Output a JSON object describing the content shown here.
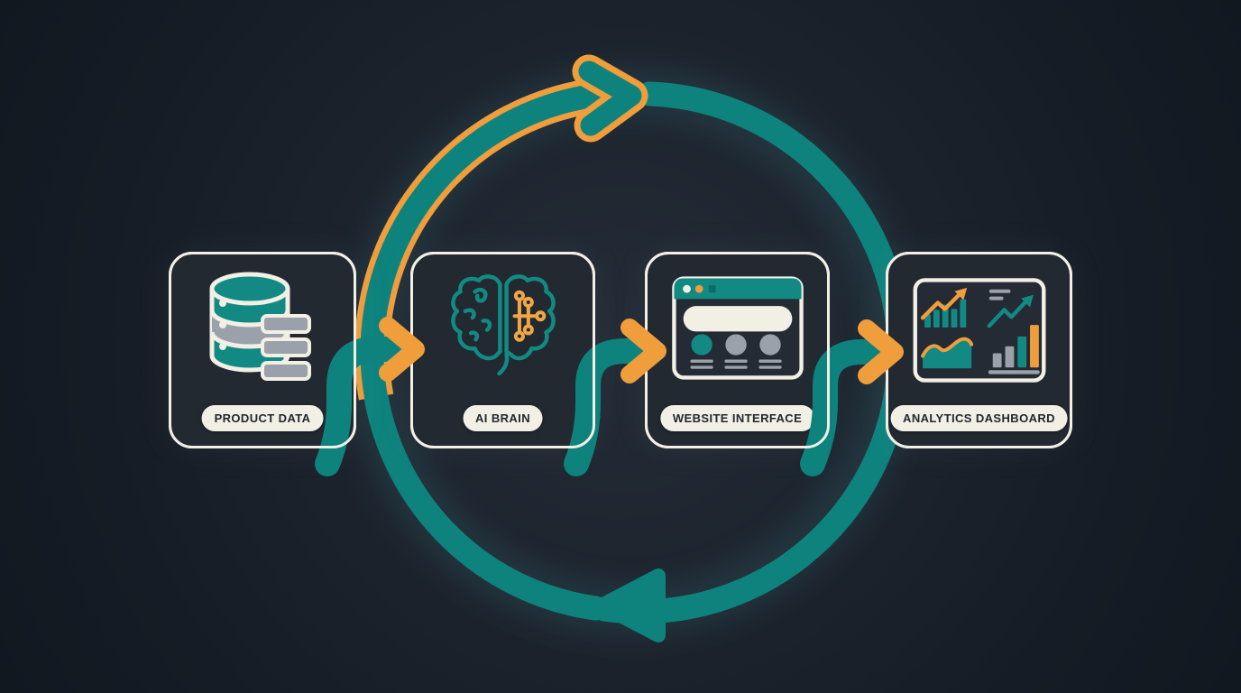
{
  "diagram": {
    "type": "cycle-flow",
    "nodes": [
      {
        "id": "product-data",
        "label": "PRODUCT DATA",
        "icon": "database-icon"
      },
      {
        "id": "ai-brain",
        "label": "AI BRAIN",
        "icon": "ai-brain-icon"
      },
      {
        "id": "website-interface",
        "label": "WEBSITE INTERFACE",
        "icon": "browser-window-icon"
      },
      {
        "id": "analytics-dashboard",
        "label": "ANALYTICS DASHBOARD",
        "icon": "analytics-charts-icon"
      }
    ],
    "connectors": [
      {
        "from": "product-data",
        "to": "ai-brain",
        "style": "teal-ribbon-orange-chevron"
      },
      {
        "from": "ai-brain",
        "to": "website-interface",
        "style": "teal-ribbon-orange-chevron"
      },
      {
        "from": "website-interface",
        "to": "analytics-dashboard",
        "style": "teal-ribbon-orange-chevron"
      }
    ],
    "cycle": {
      "shape": "circle",
      "direction": "clockwise",
      "arrows": [
        {
          "position": "top",
          "pointing": "right",
          "style": "teal-with-orange-outline"
        },
        {
          "position": "bottom",
          "pointing": "left",
          "style": "teal"
        }
      ]
    },
    "colors": {
      "background": "#1C232D",
      "teal": "#0E837D",
      "orange": "#F09D3C",
      "cream": "#F2EFE4",
      "gray": "#9AA1AA",
      "box_fill": "#222931",
      "label_text": "#212830"
    }
  }
}
